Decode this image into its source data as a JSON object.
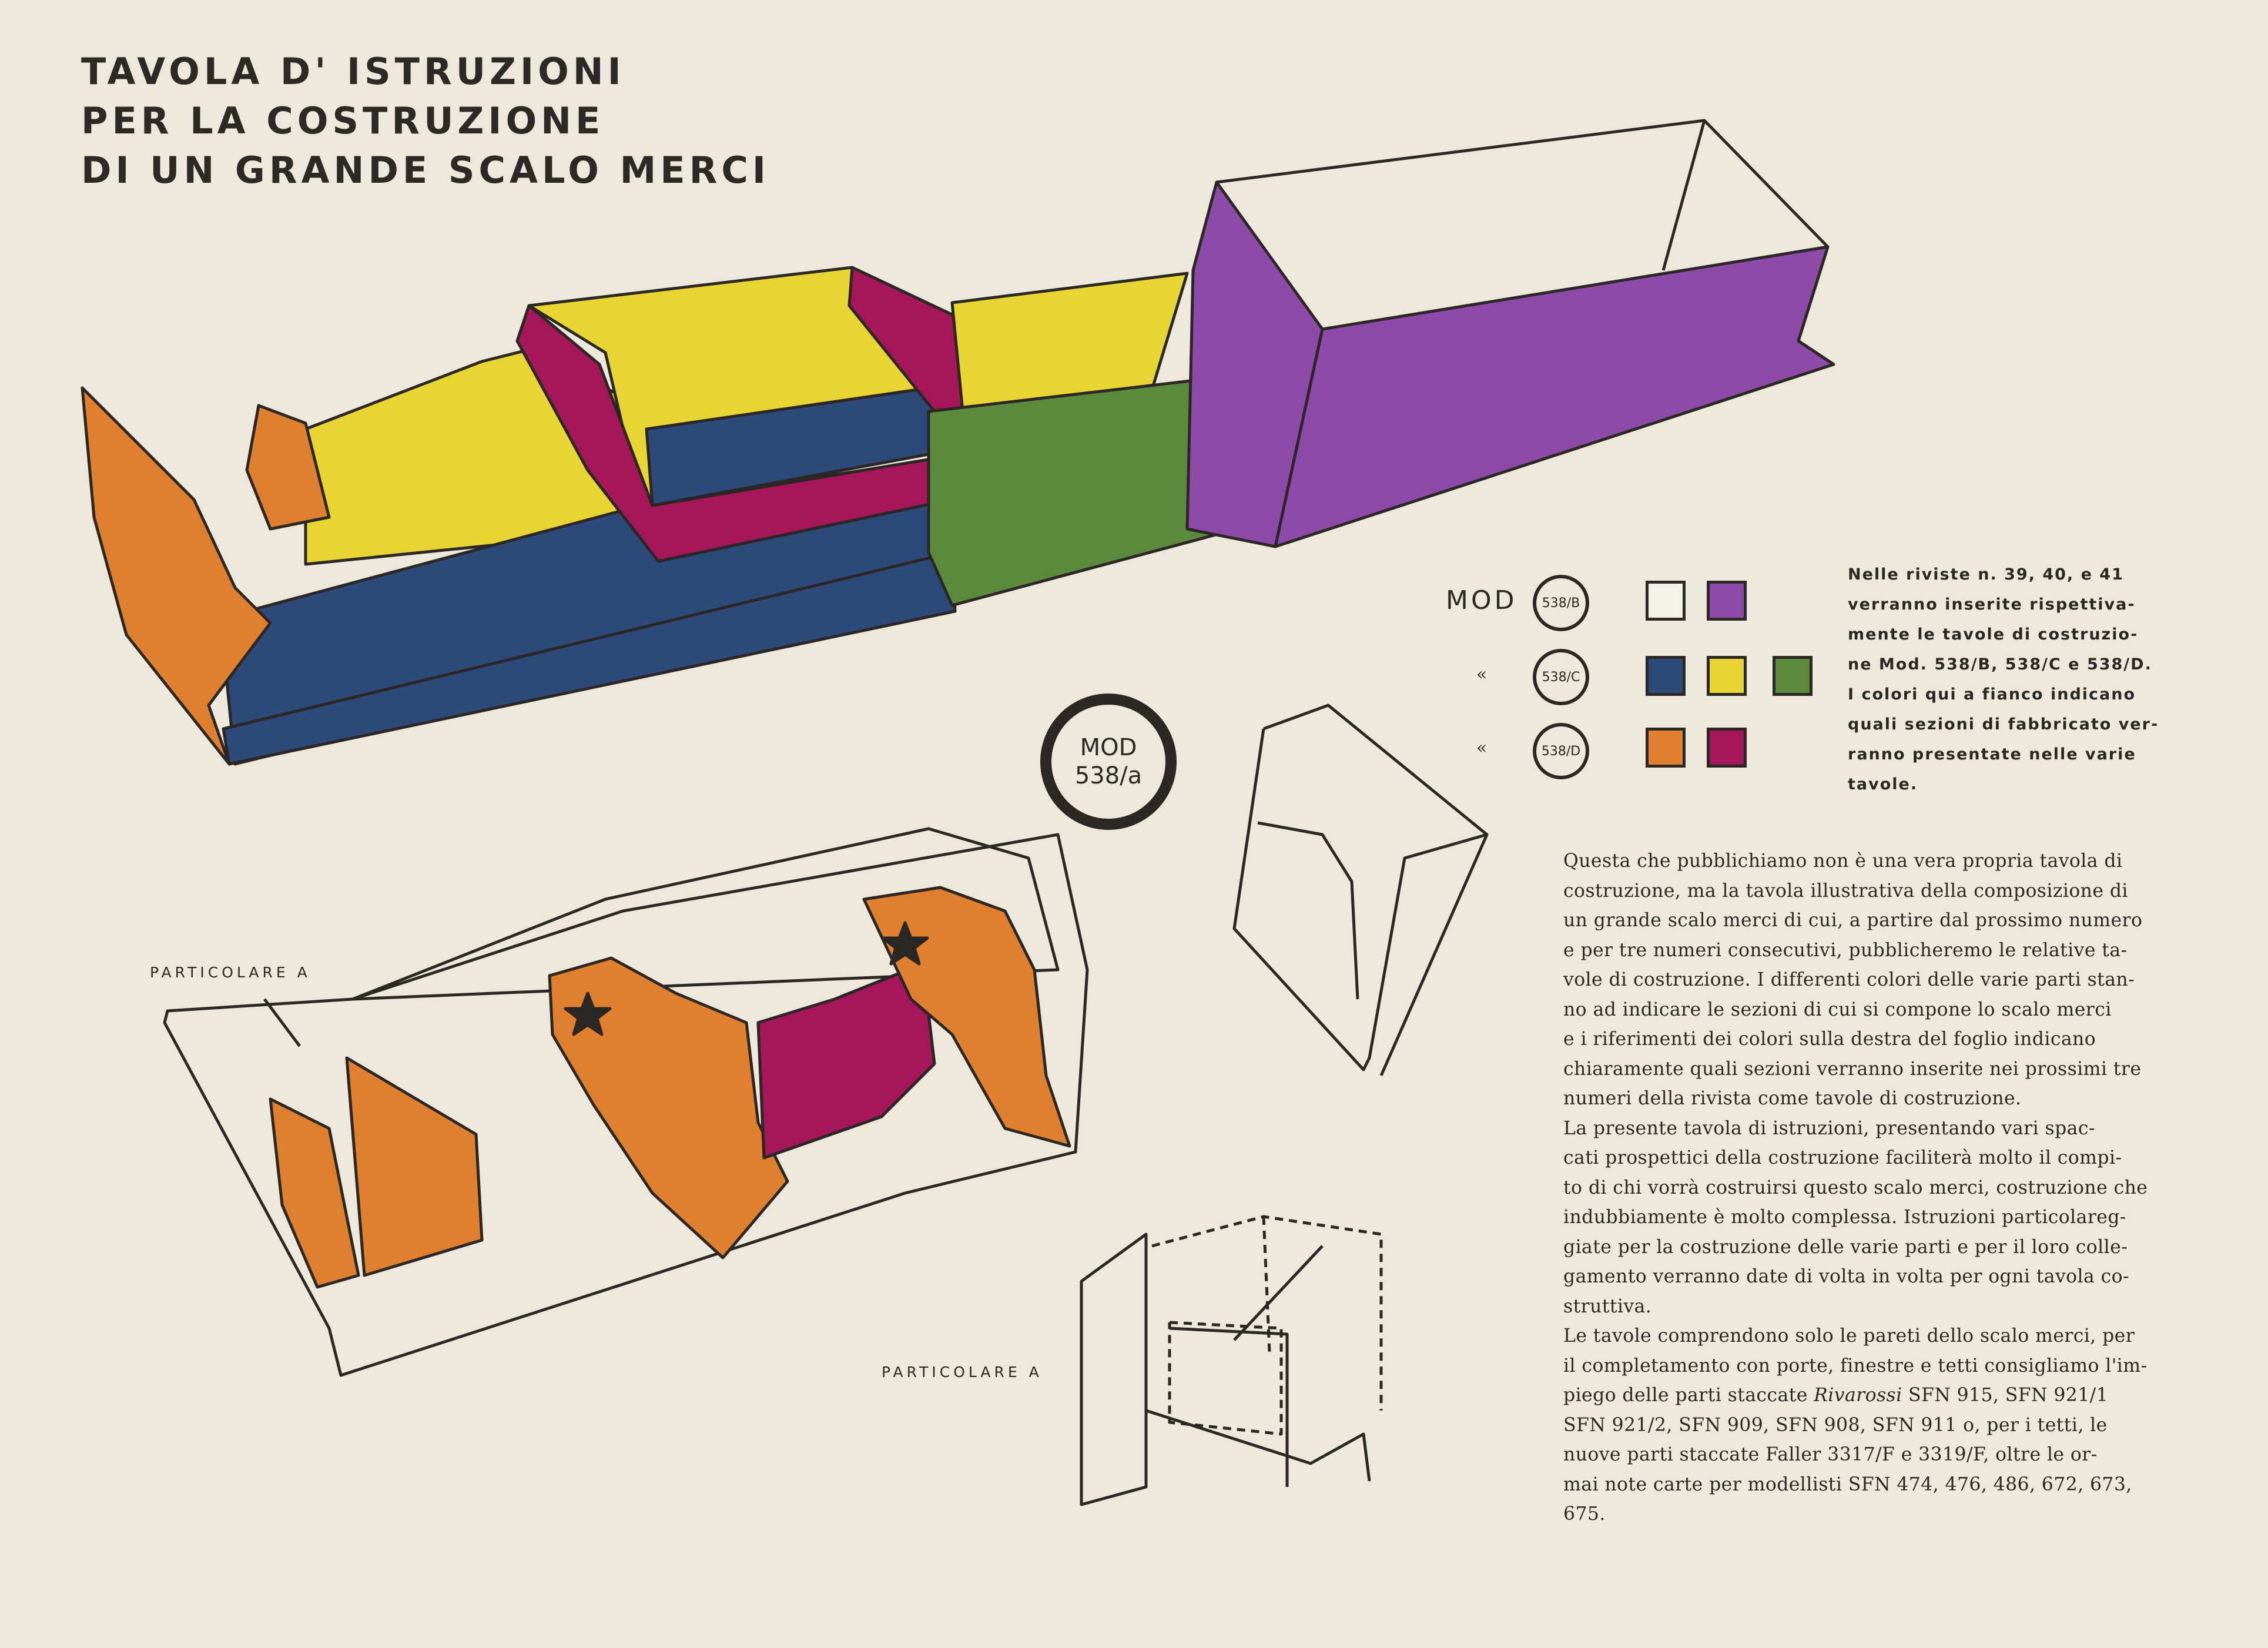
{
  "title": {
    "line1": "TAVOLA D' ISTRUZIONI",
    "line2": "PER LA COSTRUZIONE",
    "line3": "DI UN GRANDE SCALO MERCI"
  },
  "badge": {
    "mod": "MOD",
    "code": "538/a"
  },
  "legend": {
    "label": "MOD",
    "ditto": "«",
    "rows": [
      {
        "code": "538/B",
        "colors": [
          "#f4f1e8",
          "#8d4aa8"
        ]
      },
      {
        "code": "538/C",
        "colors": [
          "#2e4a7a",
          "#e8d432",
          "#5b8a3c"
        ]
      },
      {
        "code": "538/D",
        "colors": [
          "#e07f2e",
          "#a5165a"
        ]
      }
    ]
  },
  "note_lines": [
    "Nelle riviste n. 39, 40, e 41",
    "verranno inserite rispettiva-",
    "mente le tavole di costruzio-",
    "ne Mod. 538/B, 538/C e 538/D.",
    "I colori qui a fianco indicano",
    "quali sezioni di fabbricato ver-",
    "ranno presentate nelle varie",
    "tavole."
  ],
  "body_lines": [
    "Questa che pubblichiamo non è una vera propria tavola di",
    "costruzione, ma la tavola illustrativa della composizione di",
    "un grande scalo merci di cui, a partire dal prossimo numero",
    "e per tre numeri consecutivi, pubblicheremo le relative ta-",
    "vole di costruzione. I differenti colori delle varie parti stan-",
    "no ad indicare le sezioni di cui si compone lo scalo merci",
    "e i riferimenti dei colori sulla destra del foglio indicano",
    "chiaramente quali sezioni verranno inserite nei prossimi tre",
    "numeri della rivista come tavole di costruzione.",
    "La presente tavola di istruzioni, presentando vari spac-",
    "cati prospettici della costruzione faciliterà molto il compi-",
    "to di chi vorrà costruirsi questo scalo merci, costruzione che",
    "indubbiamente è molto complessa. Istruzioni particolareg-",
    "giate per la costruzione delle varie parti e per il loro colle-",
    "gamento verranno date di volta in volta per ogni tavola co-",
    "struttiva.",
    "Le tavole comprendono solo le pareti dello scalo merci, per",
    "il completamento con porte, finestre e tetti consigliamo l'im-"
  ],
  "body_brand_line": {
    "before": "piego delle parti staccate ",
    "brand": "Rivarossi",
    "after": " SFN 915, SFN 921/1"
  },
  "body_tail_lines": [
    "SFN 921/2, SFN 909, SFN 908, SFN 911 o, per i tetti, le",
    "nuove parti staccate Faller 3317/F e 3319/F, oltre le or-",
    "mai note carte per modellisti SFN 474, 476, 486, 672, 673,",
    "675."
  ],
  "labels": {
    "particolare_top": "PARTICOLARE A",
    "particolare_bottom": "PARTICOLARE A"
  },
  "colors": {
    "paper": "#ece8dc",
    "orange": "#e07f2e",
    "yellow": "#e8d432",
    "navy": "#2e4a7a",
    "magenta": "#a5165a",
    "green": "#5b8a3c",
    "purple": "#8d4aa8",
    "ink": "#2b2724"
  }
}
